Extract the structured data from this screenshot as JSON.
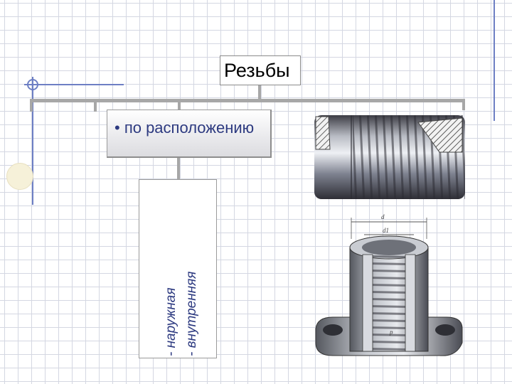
{
  "diagram": {
    "title": "Резьбы",
    "node": "• по расположению",
    "types": [
      "- наружная",
      "- внутренняя"
    ]
  },
  "figures": {
    "nut_dimension_labels": [
      "d",
      "d1",
      "p"
    ]
  },
  "colors": {
    "grid": "#d4d7e2",
    "connector": "#a7a7a7",
    "node_text": "#2d3a80",
    "accent_line": "#6d7fc4",
    "circle": "#f6f1d9"
  }
}
